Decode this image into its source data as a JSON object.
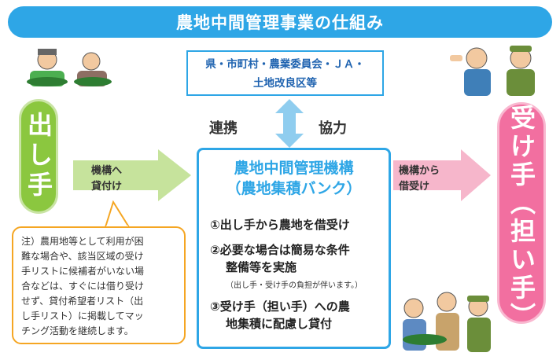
{
  "title": "農地中間管理事業の仕組み",
  "partners": {
    "line1": "県・市町村・農業委員会・ＪＡ・",
    "line2": "土地改良区等"
  },
  "cooperation": {
    "left": "連携",
    "right": "協力"
  },
  "giver": {
    "label": "出し手"
  },
  "receiver": {
    "label": "受け手（担い手）"
  },
  "arrow_left": {
    "line1": "機構へ",
    "line2": "貸付け"
  },
  "arrow_right": {
    "line1": "機構から",
    "line2": "借受け"
  },
  "center": {
    "title_line1": "農地中間管理機構",
    "title_line2": "（農地集積バンク）",
    "step1": "①出し手から農地を借受け",
    "step2_line1": "②必要な場合は簡易な条件",
    "step2_line2": "整備等を実施",
    "step2_note": "（出し手・受け手の負担が伴います。）",
    "step3_line1": "③受け手（担い手）への農",
    "step3_line2": "地集積に配慮し貸付"
  },
  "note": {
    "lines": [
      "注）農用地等として利用が困",
      "難な場合や、該当区域の受け",
      "手リストに候補者がいない場",
      "合などは、すぐには借り受け",
      "せず、貸付希望者リスト（出",
      "し手リスト）に掲載してマッ",
      "チング活動を継続します。"
    ]
  },
  "colors": {
    "title_bg": "#2ea6e6",
    "giver": "#8bc73f",
    "receiver": "#f26fa0",
    "note_border": "#f5a623"
  },
  "icons": [
    "farmer-illustration",
    "double-arrow-icon",
    "right-arrow-icon"
  ]
}
